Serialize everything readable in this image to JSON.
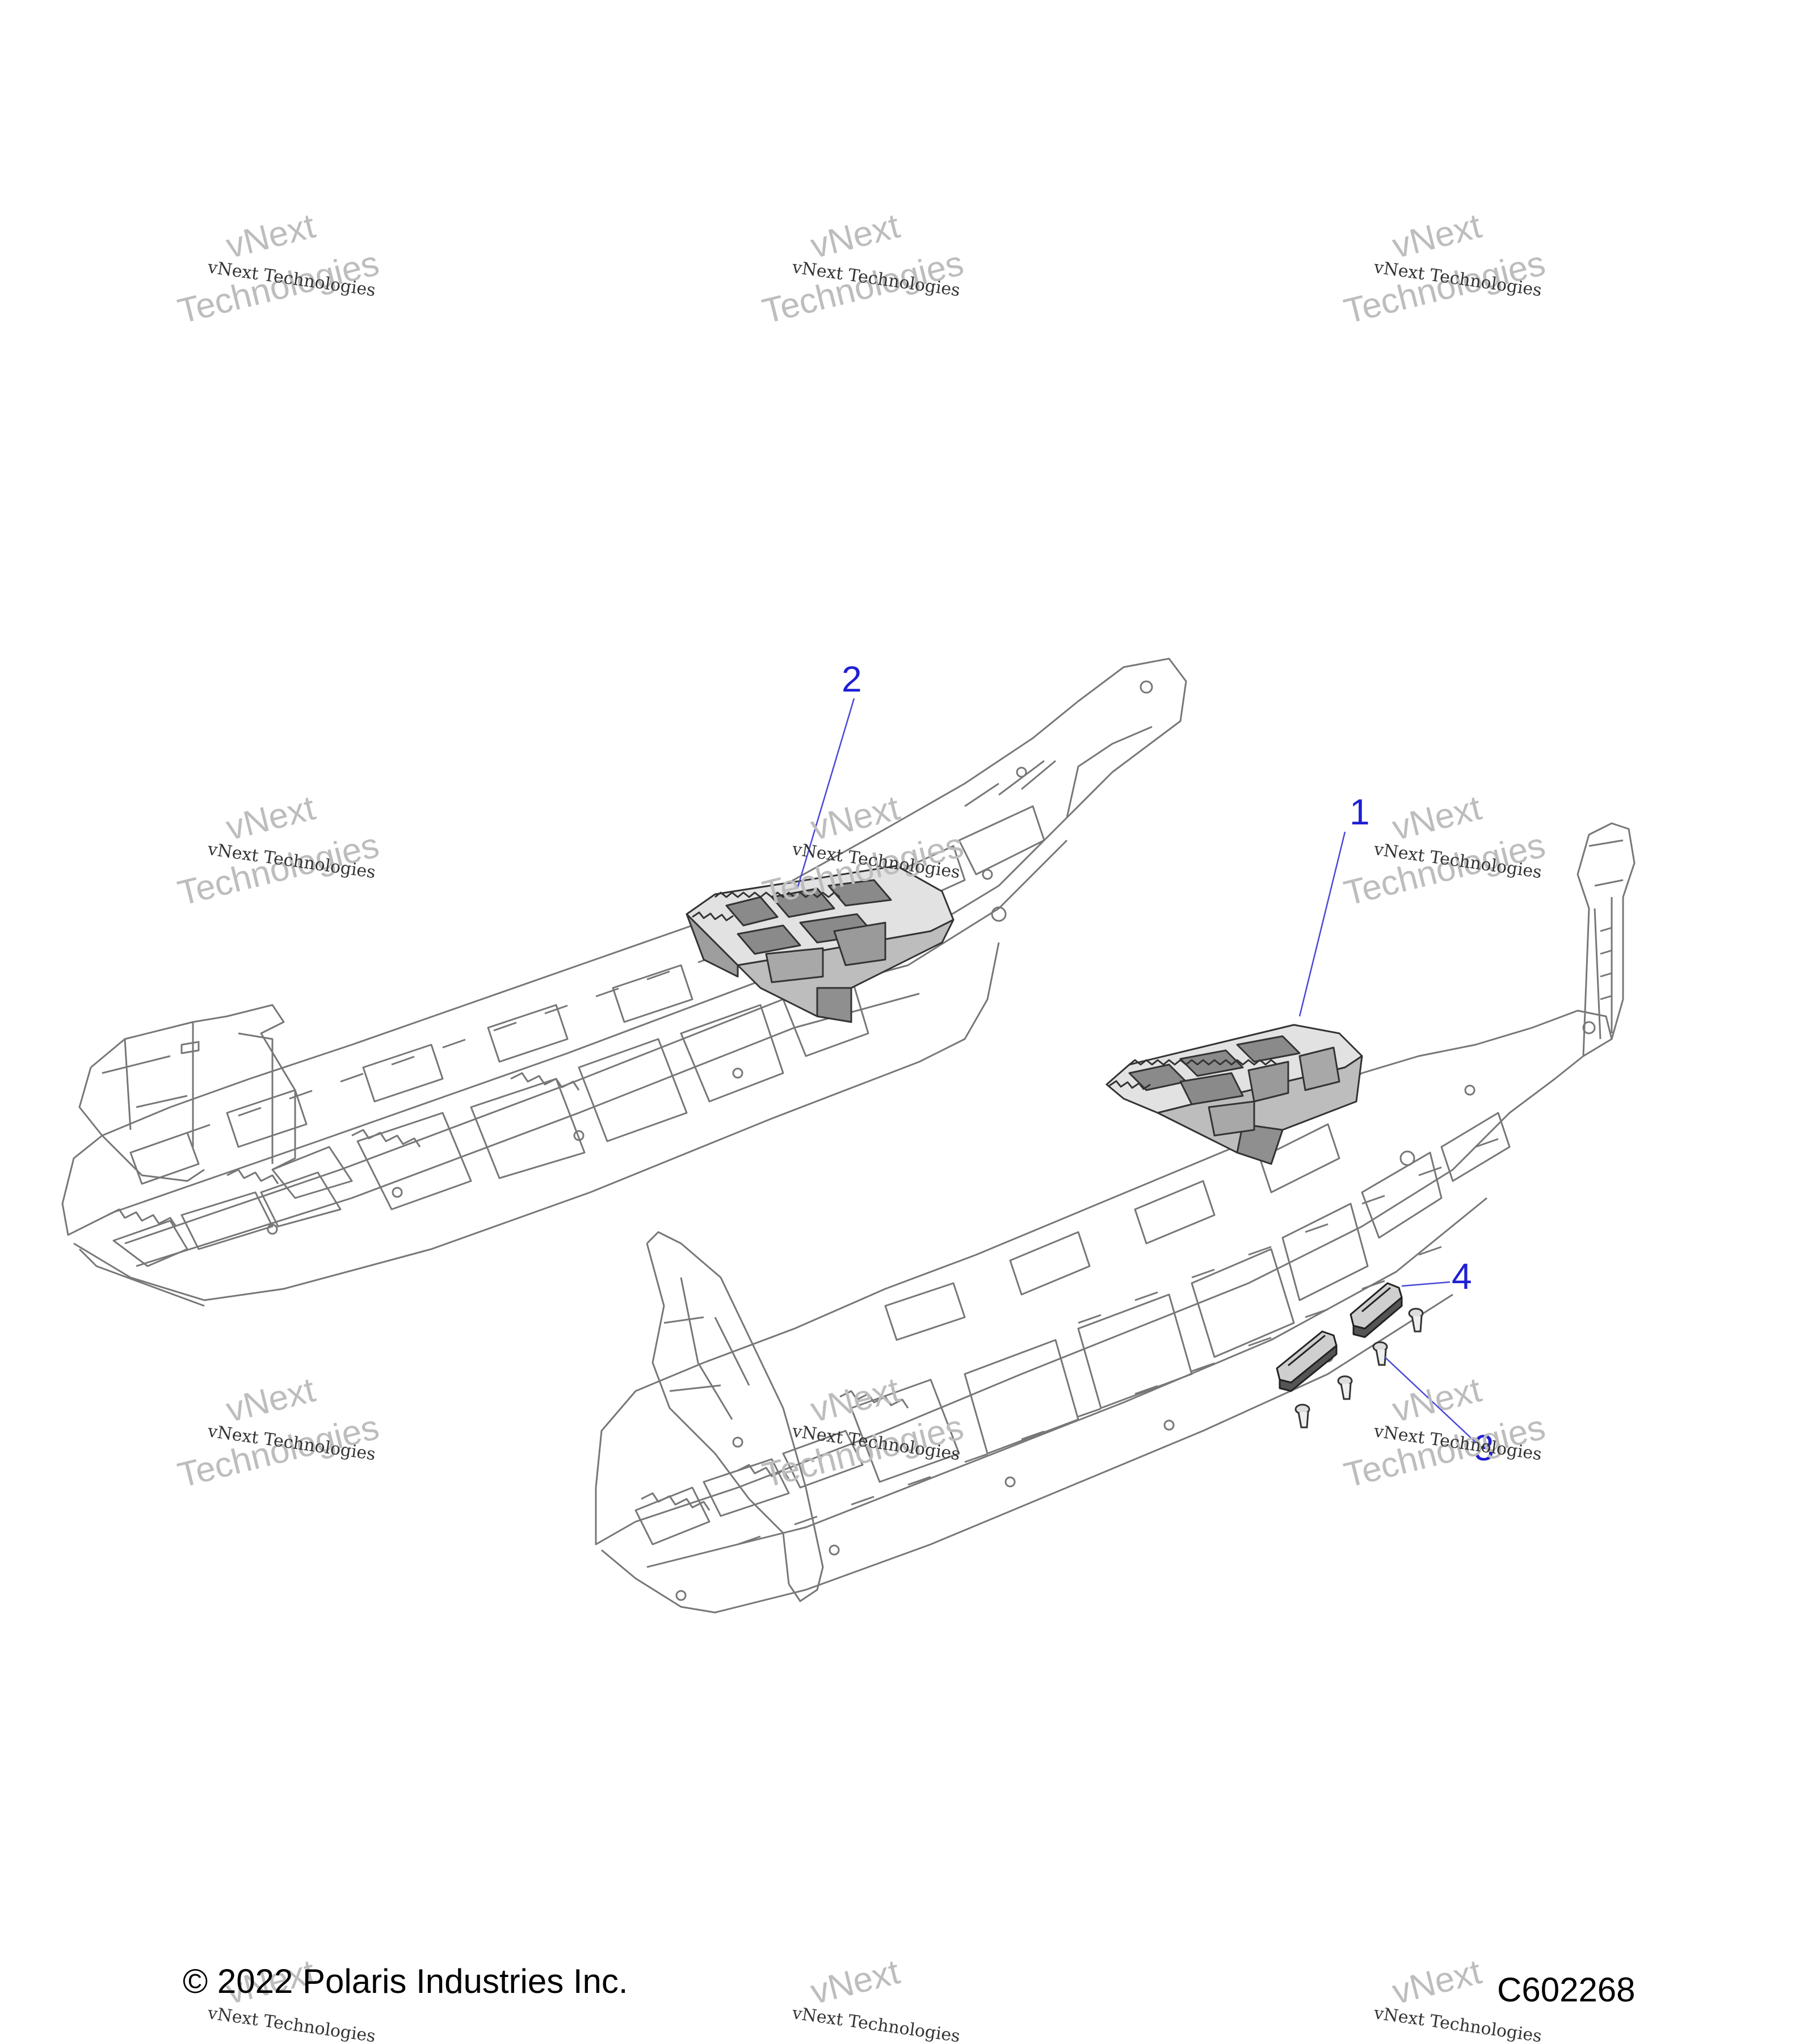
{
  "colors": {
    "callout": "#1f1fd6",
    "line": "#666666",
    "part_fill": "#c9c9c9",
    "dark": "#333333"
  },
  "callouts": [
    {
      "label": "1"
    },
    {
      "label": "2"
    },
    {
      "label": "3"
    },
    {
      "label": "4"
    }
  ],
  "footer": {
    "copyright": "© 2022 Polaris Industries Inc.",
    "figure_id": "C602268"
  },
  "watermark": {
    "line_small": "vNext Technologies",
    "line_big_1": "vNext",
    "line_big_2": "Technologies"
  }
}
